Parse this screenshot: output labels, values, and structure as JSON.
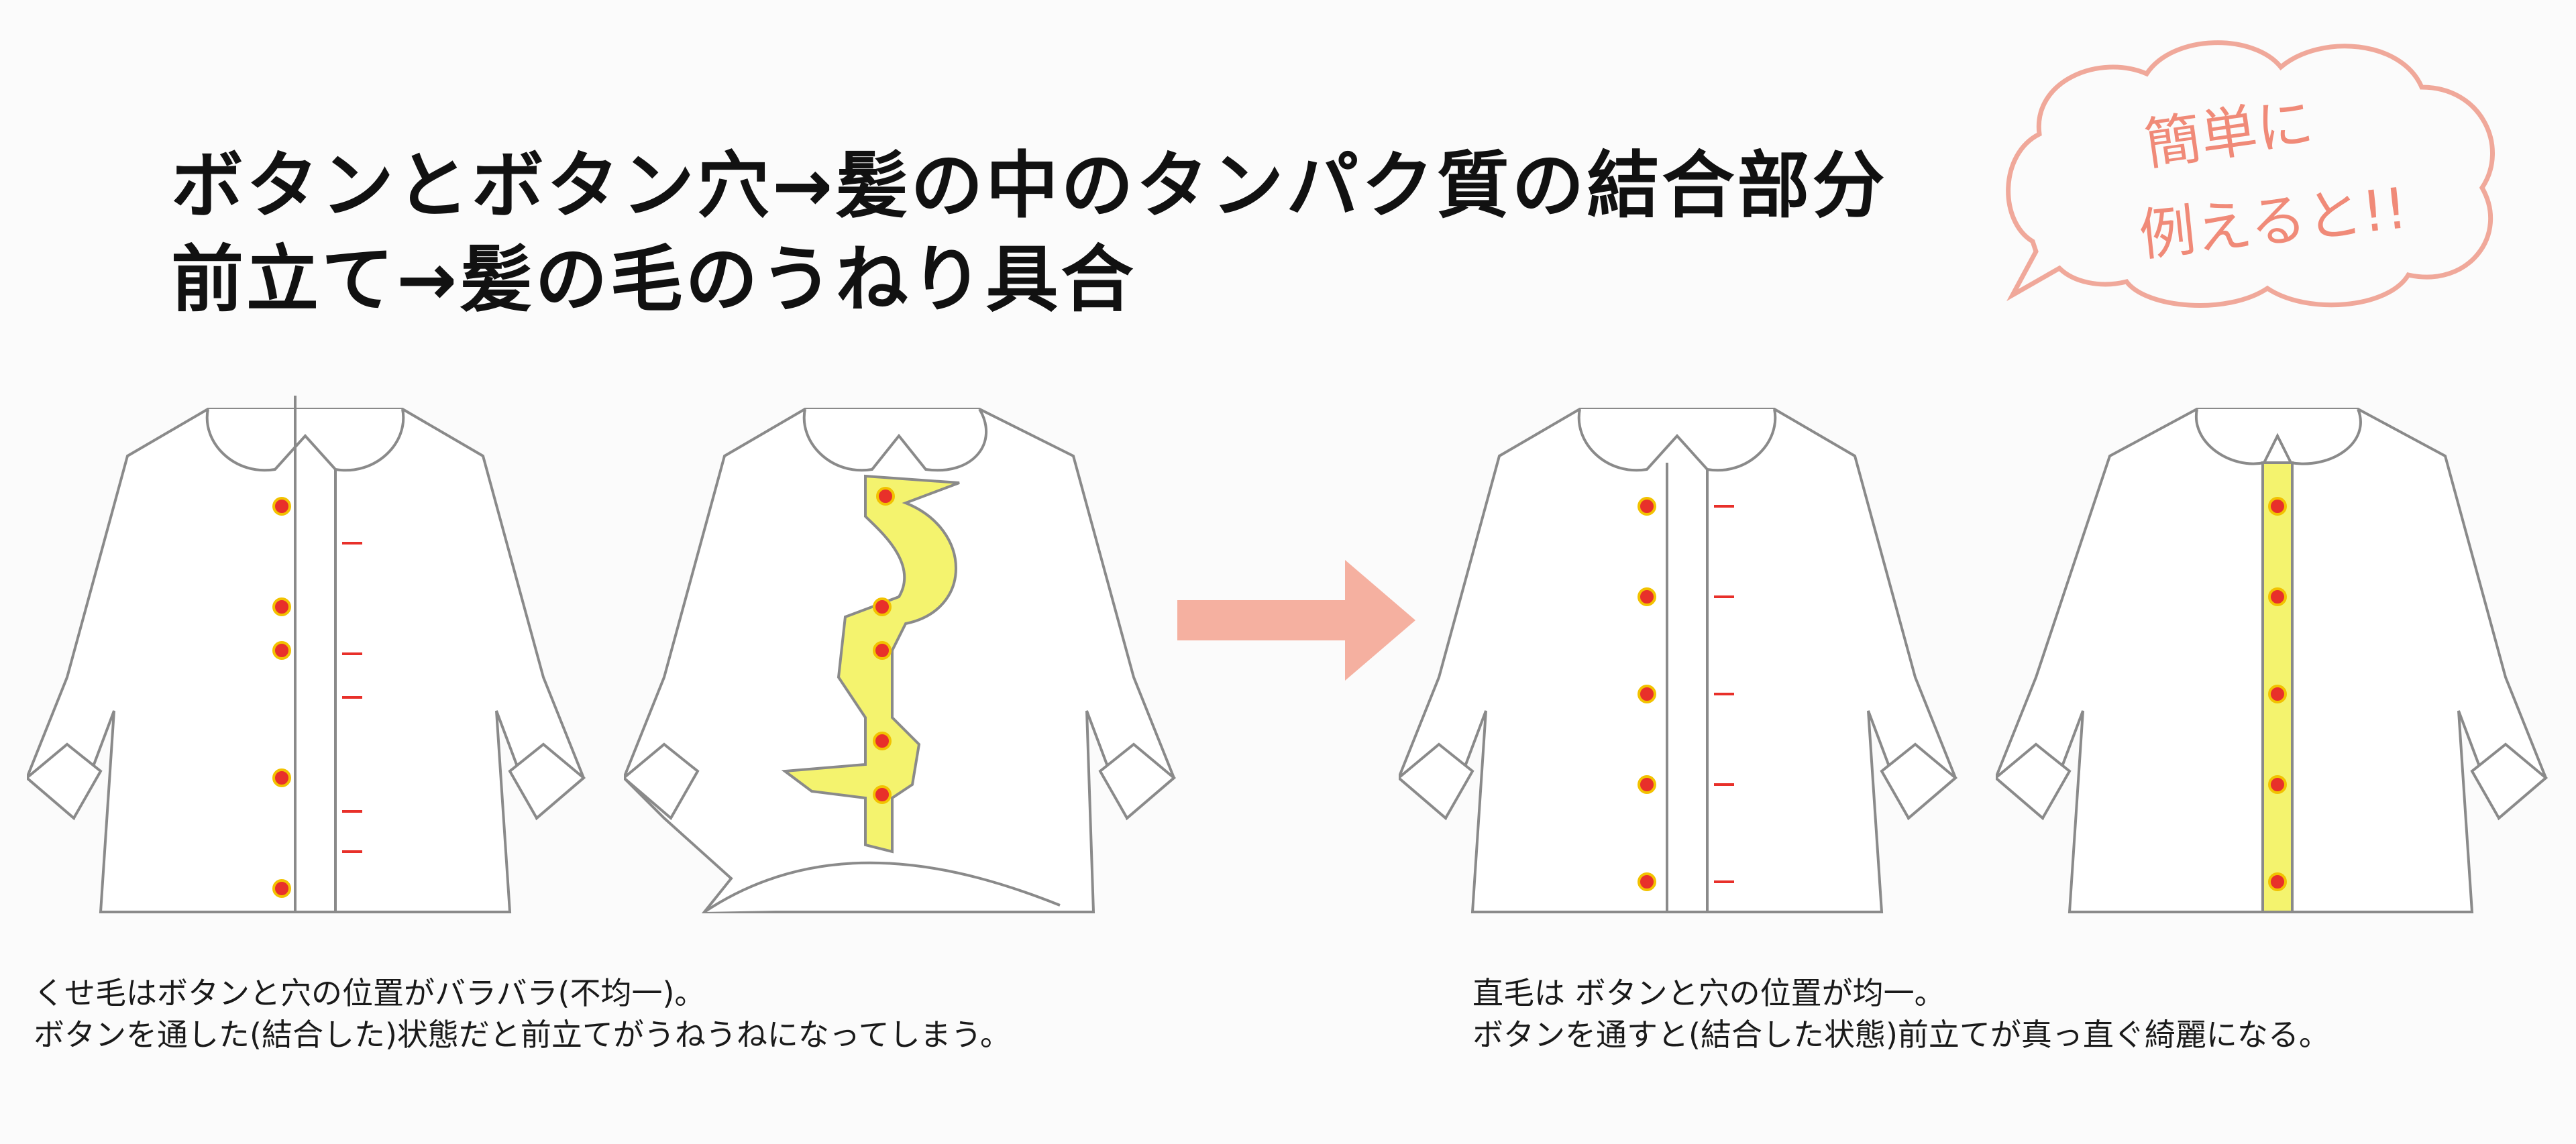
{
  "heading": {
    "line1_highlight": "ボタンとボタン穴",
    "line1_rest": "→髪の中のタンパク質の結合部分",
    "line2_highlight": "前立て",
    "line2_rest": "→髪の毛のうねり具合"
  },
  "bubble": {
    "line1": "簡単に",
    "line2": "例えると!!"
  },
  "captions": {
    "left_line1": "くせ毛はボタンと穴の位置がバラバラ(不均一)。",
    "left_line2": "ボタンを通した(結合した)状態だと前立てがうねうねになってしまう。",
    "right_line1": "直毛は ボタンと穴の位置が均一。",
    "right_line2": "ボタンを通すと(結合した状態)前立てが真っ直ぐ綺麗になる。"
  },
  "colors": {
    "highlight_red": "#ee7a7e",
    "highlight_yellow": "#f6f59a",
    "button_red": "#e8302a",
    "button_yellow_ring": "#f2c200",
    "placket_yellow": "#f4f36e",
    "arrow": "#f5b0a0",
    "bubble_outline": "#f0a89a",
    "line": "#8a8a8a"
  },
  "icons": {
    "arrow": "right-arrow-icon",
    "bubble": "speech-bubble-icon"
  }
}
